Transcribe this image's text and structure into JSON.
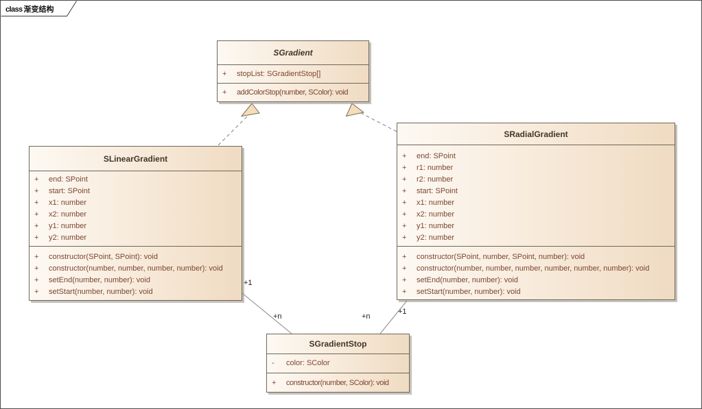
{
  "frame": {
    "keyword": "class",
    "title": "渐变结构"
  },
  "colors": {
    "box_fill_light": "#fdf9f3",
    "box_fill_dark": "#efdbc2",
    "box_border": "#6e6659",
    "title_text": "#40362a",
    "member_text": "#7c4531",
    "connector": "#808080",
    "arrowhead_fill": "#f3ddbb"
  },
  "classes": [
    {
      "name": "SGradient",
      "abstract": true,
      "attributes": [
        {
          "vis": "+",
          "text": "stopList: SGradientStop[]"
        }
      ],
      "operations": [
        {
          "vis": "+",
          "text": "addColorStop(number, SColor): void"
        }
      ]
    },
    {
      "name": "SLinearGradient",
      "abstract": false,
      "attributes": [
        {
          "vis": "+",
          "text": "end: SPoint"
        },
        {
          "vis": "+",
          "text": "start: SPoint"
        },
        {
          "vis": "+",
          "text": "x1: number"
        },
        {
          "vis": "+",
          "text": "x2: number"
        },
        {
          "vis": "+",
          "text": "y1: number"
        },
        {
          "vis": "+",
          "text": "y2: number"
        }
      ],
      "operations": [
        {
          "vis": "+",
          "text": "constructor(SPoint, SPoint): void"
        },
        {
          "vis": "+",
          "text": "constructor(number, number, number, number): void"
        },
        {
          "vis": "+",
          "text": "setEnd(number, number): void"
        },
        {
          "vis": "+",
          "text": "setStart(number, number): void"
        }
      ]
    },
    {
      "name": "SRadialGradient",
      "abstract": false,
      "attributes": [
        {
          "vis": "+",
          "text": "end: SPoint"
        },
        {
          "vis": "+",
          "text": "r1: number"
        },
        {
          "vis": "+",
          "text": "r2: number"
        },
        {
          "vis": "+",
          "text": "start: SPoint"
        },
        {
          "vis": "+",
          "text": "x1: number"
        },
        {
          "vis": "+",
          "text": "x2: number"
        },
        {
          "vis": "+",
          "text": "y1: number"
        },
        {
          "vis": "+",
          "text": "y2: number"
        }
      ],
      "operations": [
        {
          "vis": "+",
          "text": "constructor(SPoint, number, SPoint, number): void"
        },
        {
          "vis": "+",
          "text": "constructor(number, number, number, number, number, number): void"
        },
        {
          "vis": "+",
          "text": "setEnd(number, number): void"
        },
        {
          "vis": "+",
          "text": "setStart(number, number): void"
        }
      ]
    },
    {
      "name": "SGradientStop",
      "abstract": false,
      "attributes": [
        {
          "vis": "-",
          "text": "color: SColor"
        }
      ],
      "operations": [
        {
          "vis": "+",
          "text": "constructor(number, SColor): void"
        }
      ]
    }
  ],
  "connectors": {
    "multiplicities": [
      {
        "text": "+1"
      },
      {
        "text": "+n"
      },
      {
        "text": "+n"
      },
      {
        "text": "+1"
      }
    ]
  }
}
